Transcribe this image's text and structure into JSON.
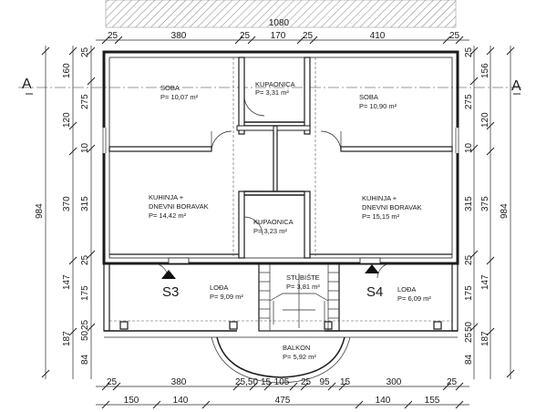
{
  "overall_width": "1080",
  "section_marker": {
    "left": "A",
    "right": "A"
  },
  "rooms": {
    "soba_left": {
      "name": "SOBA",
      "area": "P= 10,07 m²"
    },
    "kupaonica_top": {
      "name": "KUPAONICA",
      "area": "P= 3,31 m²"
    },
    "soba_right": {
      "name": "SOBA",
      "area": "P= 10,90 m²"
    },
    "kuhinja_left": {
      "name1": "KUHINJA +",
      "name2": "DNEVNI BORAVAK",
      "area": "P= 14,42 m²"
    },
    "kupaonica_mid": {
      "name": "KUPAONICA",
      "area": "P= 3,23 m²"
    },
    "kuhinja_right": {
      "name1": "KUHINJA +",
      "name2": "DNEVNI BORAVAK",
      "area": "P= 15,15 m²"
    },
    "lodja_left": {
      "name": "LOĐA",
      "area": "P= 9,09 m²"
    },
    "stubiste": {
      "name": "STUBIŠTE",
      "area": "P= 3,81 m²"
    },
    "lodja_right": {
      "name": "LOĐA",
      "area": "P= 6,09 m²"
    },
    "balkon": {
      "name": "BALKON",
      "area": "P= 5,92 m²"
    }
  },
  "entrances": {
    "left": "S3",
    "right": "S4"
  },
  "dims": {
    "top": [
      "25",
      "380",
      "25",
      "170",
      "25",
      "410",
      "25"
    ],
    "bottom1": [
      "25",
      "380",
      "25,50",
      "15",
      "105",
      "25",
      "95",
      "15",
      "300",
      "25"
    ],
    "bottom2": [
      "150",
      "140",
      "475",
      "140",
      "155"
    ],
    "left_inner": [
      "25",
      "160",
      "275",
      "120",
      "10",
      "370",
      "315",
      "25",
      "147",
      "175",
      "25",
      "50",
      "187",
      "84"
    ],
    "left_outer": "984",
    "right_inner": [
      "25",
      "156",
      "275",
      "120",
      "10",
      "375",
      "315",
      "25",
      "147",
      "175",
      "50",
      "25",
      "187",
      "84"
    ],
    "right_outer": "984"
  }
}
